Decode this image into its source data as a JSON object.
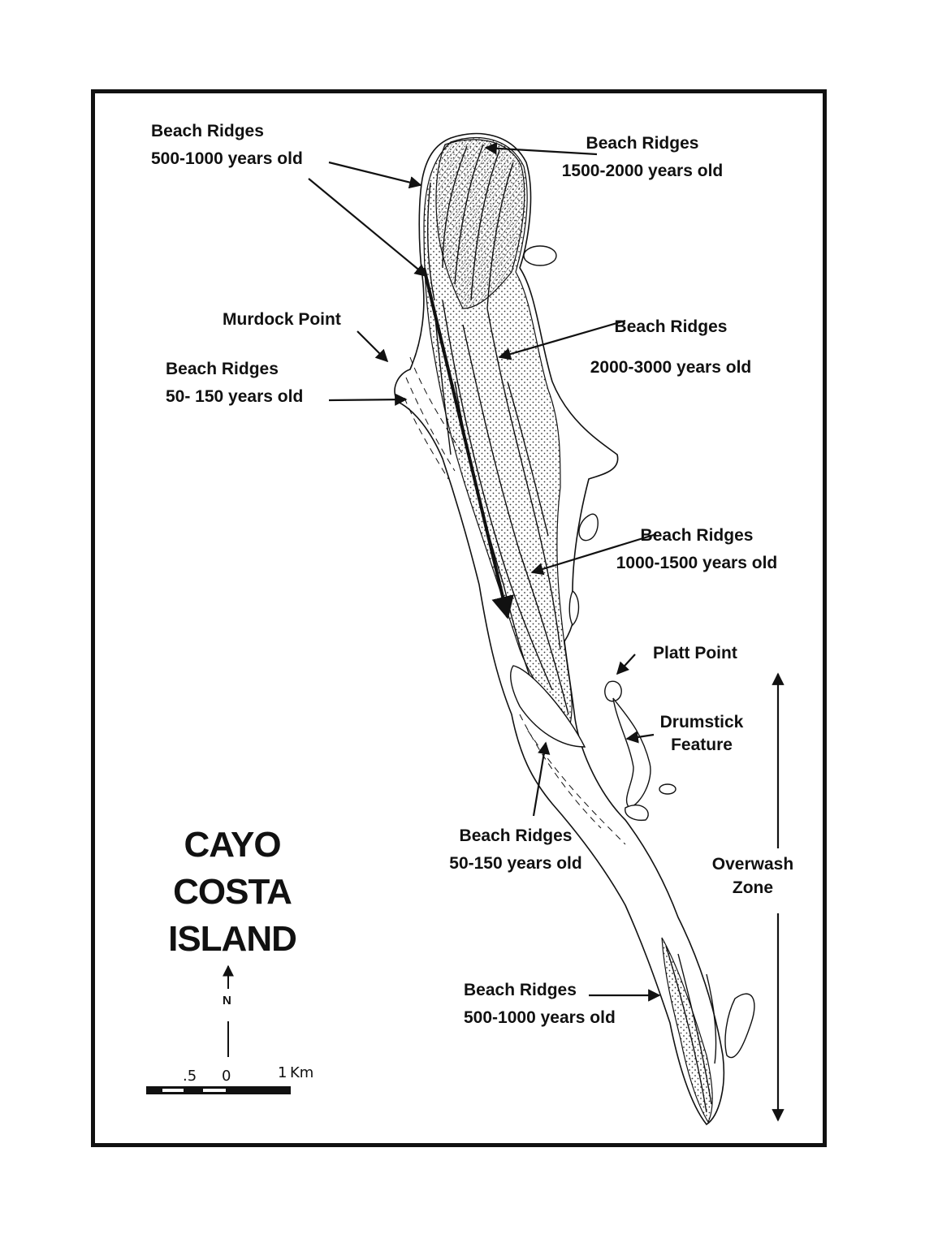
{
  "title": [
    "CAYO",
    "COSTA",
    "ISLAND"
  ],
  "labels": {
    "br_500_1000_north": [
      "Beach Ridges",
      "500-1000 years old"
    ],
    "br_1500_2000": [
      "Beach Ridges",
      "1500-2000 years old"
    ],
    "murdock_point": "Murdock Point",
    "br_2000_3000": [
      "Beach Ridges",
      "2000-3000 years old"
    ],
    "br_50_150_north": [
      "Beach Ridges",
      "50- 150 years old"
    ],
    "br_1000_1500": [
      "Beach Ridges",
      "1000-1500 years old"
    ],
    "platt_point": "Platt Point",
    "drumstick_feature": [
      "Drumstick",
      "Feature"
    ],
    "br_50_150_south": [
      "Beach Ridges",
      "50-150 years old"
    ],
    "overwash_zone": [
      "Overwash",
      "Zone"
    ],
    "br_500_1000_south": [
      "Beach Ridges",
      "500-1000 years old"
    ]
  },
  "north_arrow": {
    "label": "N"
  },
  "scale_bar": {
    "ticks": [
      ".5",
      "0",
      "1"
    ],
    "unit": "Km"
  },
  "colors": {
    "ink": "#111111",
    "paper": "#ffffff",
    "stipple": "#333333"
  }
}
